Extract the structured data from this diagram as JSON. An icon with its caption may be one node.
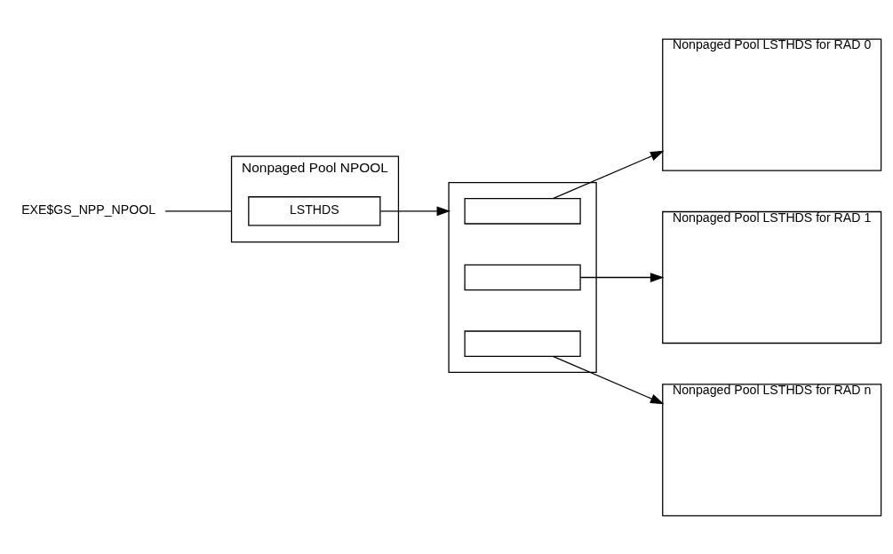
{
  "diagram": {
    "nodes": [
      {
        "text": [
          "EXE$GS_NPP_NPOOL"
        ]
      },
      {
        "text": [
          "Nonpaged Pool NPOOL"
        ]
      },
      {
        "text": [
          "LSTHDS"
        ],
        "in": 1
      },
      {
        "text": [],
        "shape": "box"
      },
      {
        "text": [],
        "shape": "box",
        "in": 3
      },
      {
        "text": [],
        "shape": "box",
        "in": 3
      },
      {
        "text": [],
        "shape": "box",
        "in": 3
      },
      {
        "text": [
          "Nonpaged Pool LSTHDS for RAD 0"
        ]
      },
      {
        "text": [
          "Nonpaged Pool LSTHDS for RAD 1"
        ]
      },
      {
        "text": [
          "Nonpaged Pool LSTHDS for RAD n"
        ]
      }
    ],
    "edges": [
      {
        "from": 0,
        "to": 1,
        "arrow": "none"
      },
      {
        "from": 2,
        "to": 3,
        "arrow": "to"
      },
      {
        "from": 4,
        "to": 7,
        "arrow": "to"
      },
      {
        "from": 5,
        "to": 8,
        "arrow": "to"
      },
      {
        "from": 6,
        "to": 9,
        "arrow": "to"
      }
    ]
  }
}
